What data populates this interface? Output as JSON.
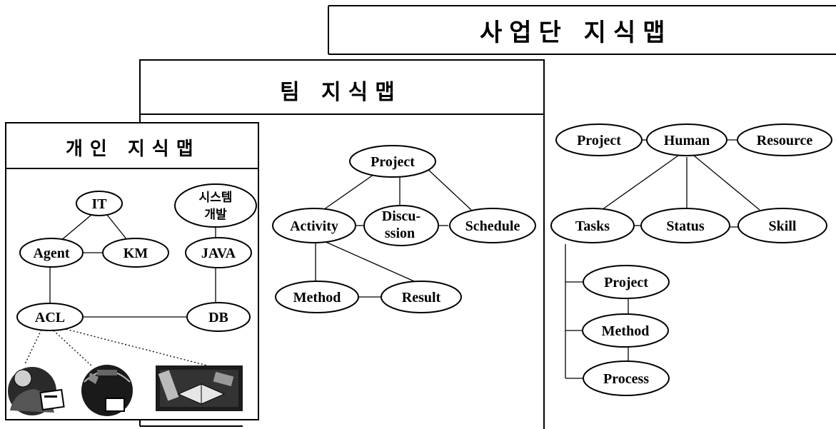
{
  "panels": {
    "business": {
      "title": "사업단 지식맵"
    },
    "team": {
      "title": "팀 지식맵"
    },
    "personal": {
      "title": "개인 지식맵"
    }
  },
  "personal_map": {
    "nodes": {
      "it": "IT",
      "system_dev_line1": "시스템",
      "system_dev_line2": "개발",
      "agent": "Agent",
      "km": "KM",
      "java": "JAVA",
      "acl": "ACL",
      "db": "DB"
    },
    "images": [
      "person-with-document-icon",
      "person-with-globe-icon",
      "books-icon"
    ]
  },
  "team_map": {
    "nodes": {
      "project": "Project",
      "activity": "Activity",
      "discussion_line1": "Discu-",
      "discussion_line2": "ssion",
      "schedule": "Schedule",
      "method": "Method",
      "result": "Result"
    }
  },
  "business_map": {
    "nodes": {
      "project": "Project",
      "human": "Human",
      "resource": "Resource",
      "tasks": "Tasks",
      "status": "Status",
      "skill": "Skill",
      "sub_project": "Project",
      "sub_method": "Method",
      "sub_process": "Process"
    }
  }
}
